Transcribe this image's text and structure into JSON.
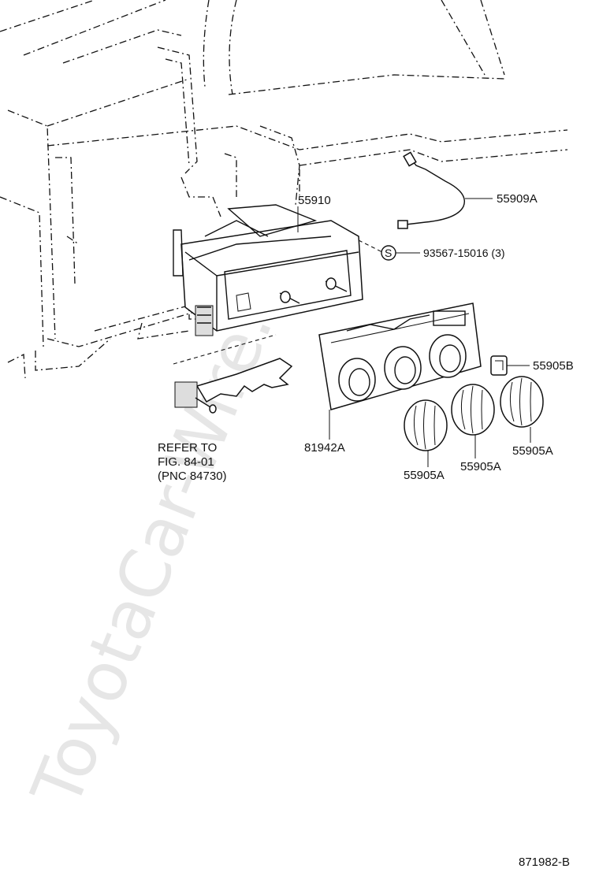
{
  "watermark": "ToyotaCar-Wire.ru",
  "figure_code": "871982-B",
  "callouts": {
    "p55910": "55910",
    "p55909A": "55909A",
    "p93567": "93567-15016 (3)",
    "screw_symbol": "S",
    "p55905B": "55905B",
    "p81942A": "81942A",
    "p55905A_1": "55905A",
    "p55905A_2": "55905A",
    "p55905A_3": "55905A"
  },
  "refer": {
    "line1": "REFER TO",
    "line2": "FIG. 84-01",
    "line3": "(PNC 84730)"
  }
}
